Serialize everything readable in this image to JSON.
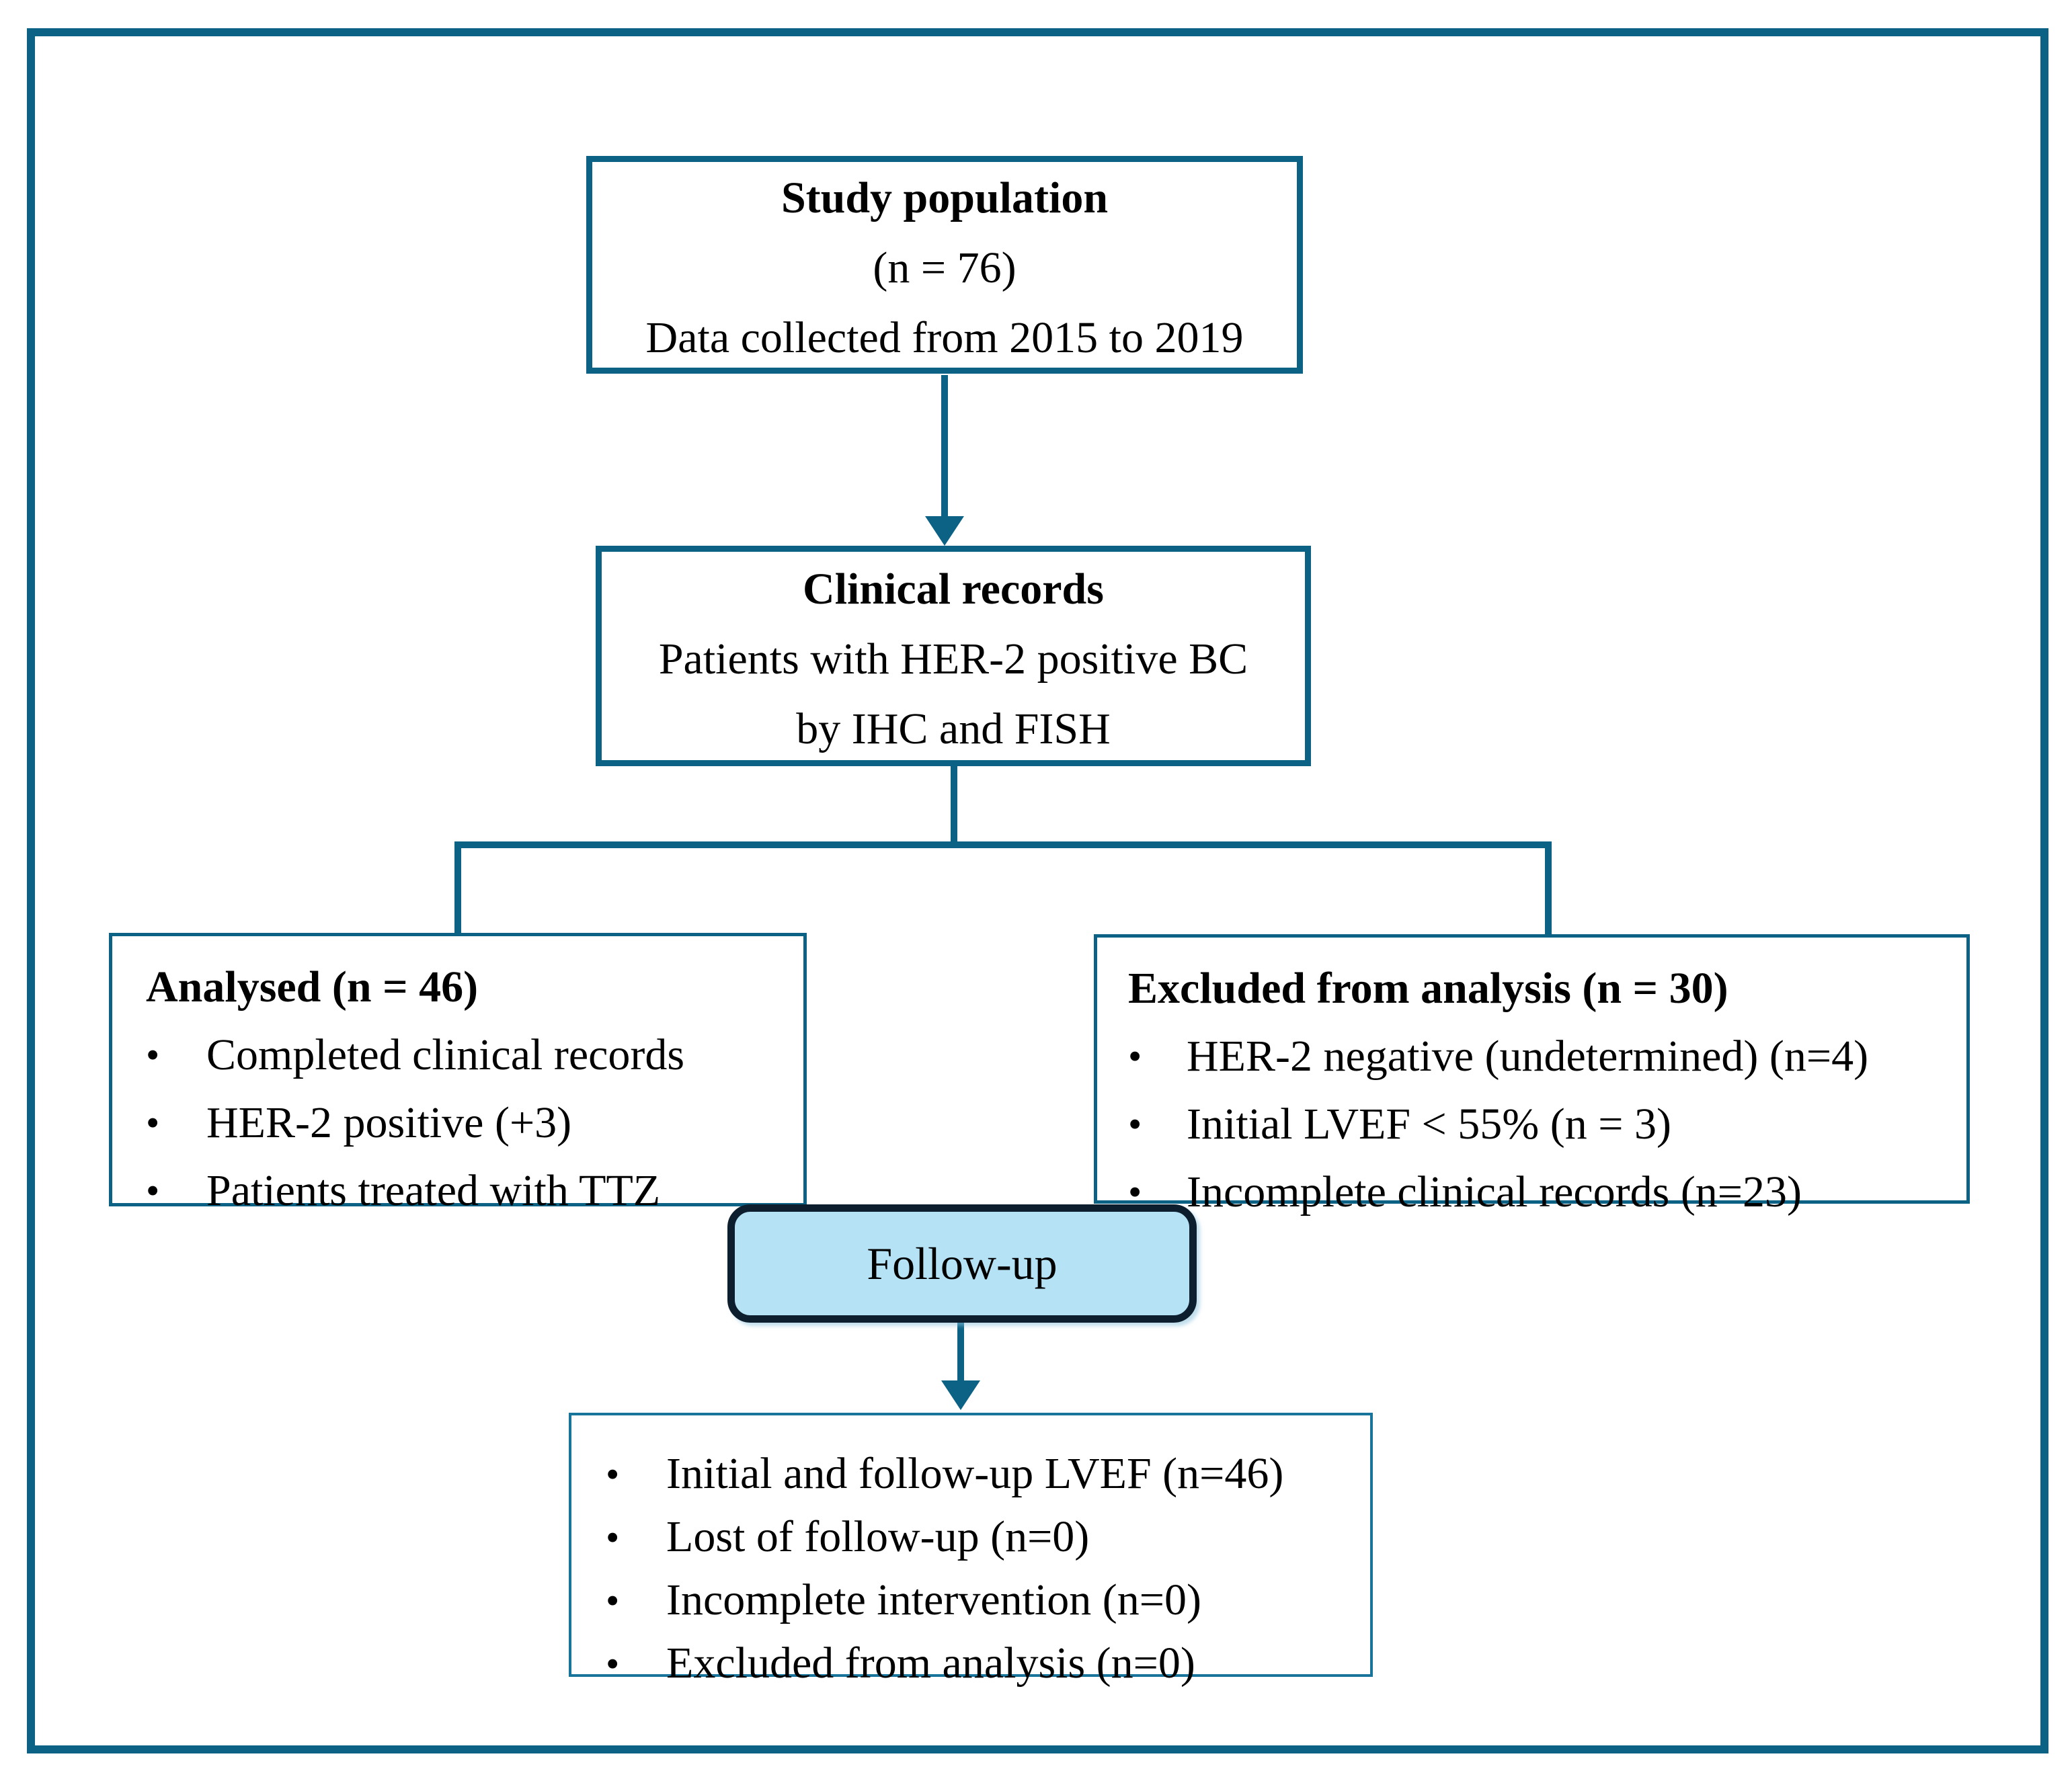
{
  "colors": {
    "frame": "#0c6285",
    "connector": "#0c6285",
    "followup_fill": "#b5e3f5",
    "followup_border": "#0d1f2e",
    "text": "#000000",
    "background": "#ffffff"
  },
  "boxes": {
    "study_population": {
      "title": "Study population",
      "line2": "(n = 76)",
      "line3": "Data collected from 2015 to 2019"
    },
    "clinical_records": {
      "title": "Clinical records",
      "line2": "Patients with HER-2 positive BC",
      "line3": "by IHC and FISH"
    },
    "analysed": {
      "title": "Analysed (n = 46)",
      "items": [
        "Completed clinical records",
        "HER-2 positive (+3)",
        "Patients treated with TTZ"
      ]
    },
    "excluded": {
      "title": "Excluded from analysis (n = 30)",
      "items": [
        "HER-2 negative (undetermined) (n=4)",
        "Initial LVEF < 55% (n = 3)",
        "Incomplete clinical records (n=23)"
      ]
    },
    "followup": {
      "label": "Follow-up"
    },
    "followup_detail": {
      "items": [
        "Initial and follow-up LVEF (n=46)",
        "Lost of follow-up (n=0)",
        "Incomplete intervention (n=0)",
        "Excluded from analysis (n=0)"
      ]
    }
  }
}
